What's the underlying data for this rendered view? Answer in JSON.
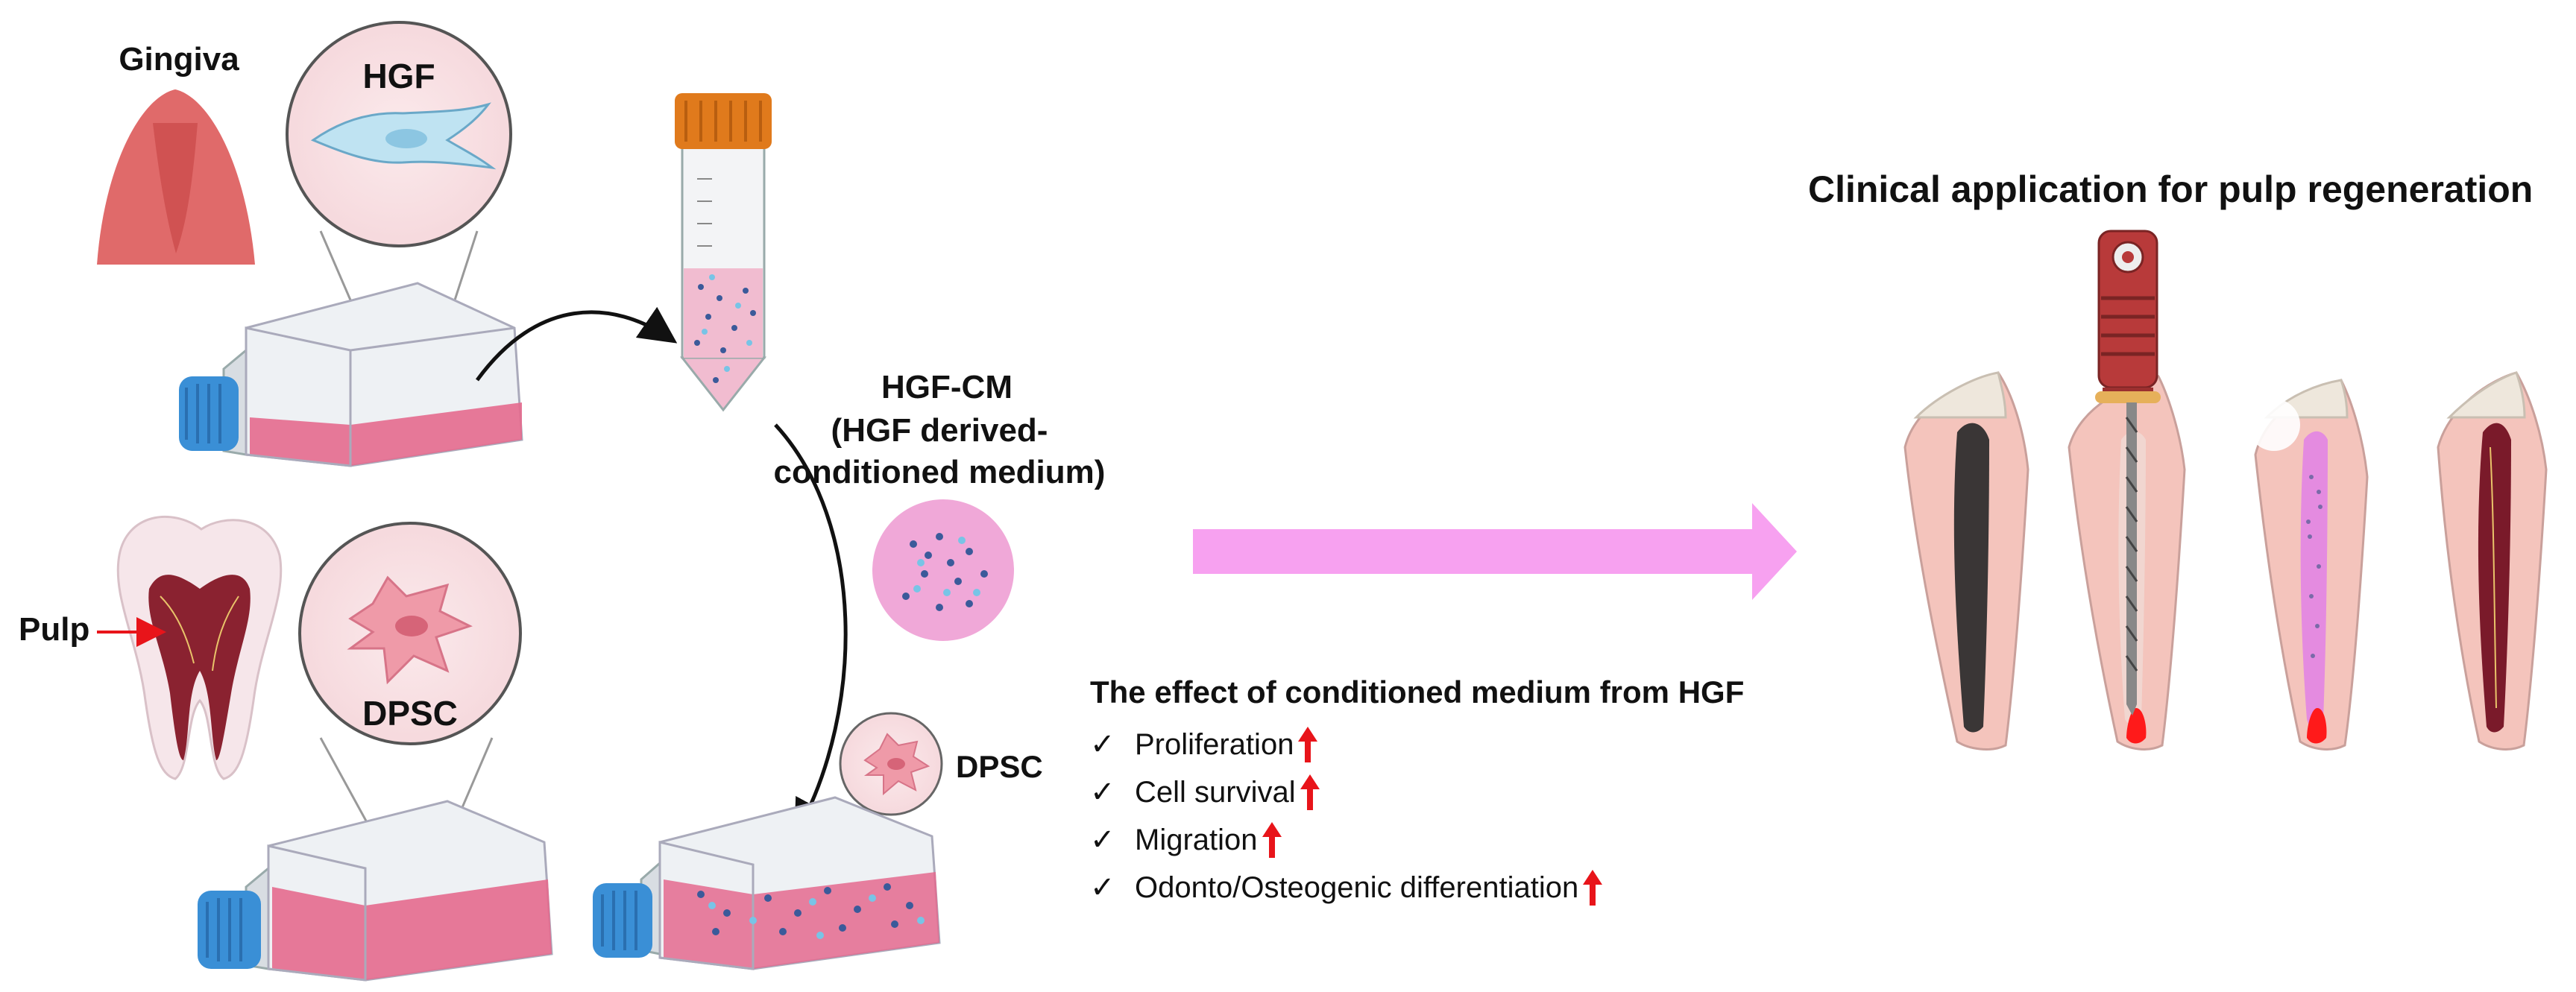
{
  "labels": {
    "gingiva": "Gingiva",
    "hgf": "HGF",
    "pulp": "Pulp",
    "dpsc": "DPSC",
    "dpsc_small": "DPSC",
    "hgf_cm_line1": "HGF-CM",
    "hgf_cm_line2": "(HGF derived-",
    "hgf_cm_line3": "conditioned medium)",
    "clinical": "Clinical application for pulp regeneration"
  },
  "effects": {
    "heading": "The effect of conditioned medium from HGF",
    "items": [
      {
        "label": "Proliferation",
        "trend": "up"
      },
      {
        "label": "Cell survival",
        "trend": "up"
      },
      {
        "label": "Migration",
        "trend": "up"
      },
      {
        "label": "Odonto/Osteogenic differentiation",
        "trend": "up"
      }
    ],
    "check_glyph": "✓"
  },
  "colors": {
    "medium_pink": "#e46a8e",
    "flask_cap": "#3a8fd6",
    "tube_cap": "#e07a1c",
    "gingiva": "#e06a6a",
    "arrow_pink": "#f7a1f0",
    "up_arrow": "#e8141a",
    "endo_file_handle": "#b83a3a"
  },
  "icons": [
    "flask-icon",
    "tube-icon",
    "tooth-icon",
    "fibroblast-cell-icon",
    "stem-cell-icon",
    "endodontic-file-icon"
  ]
}
